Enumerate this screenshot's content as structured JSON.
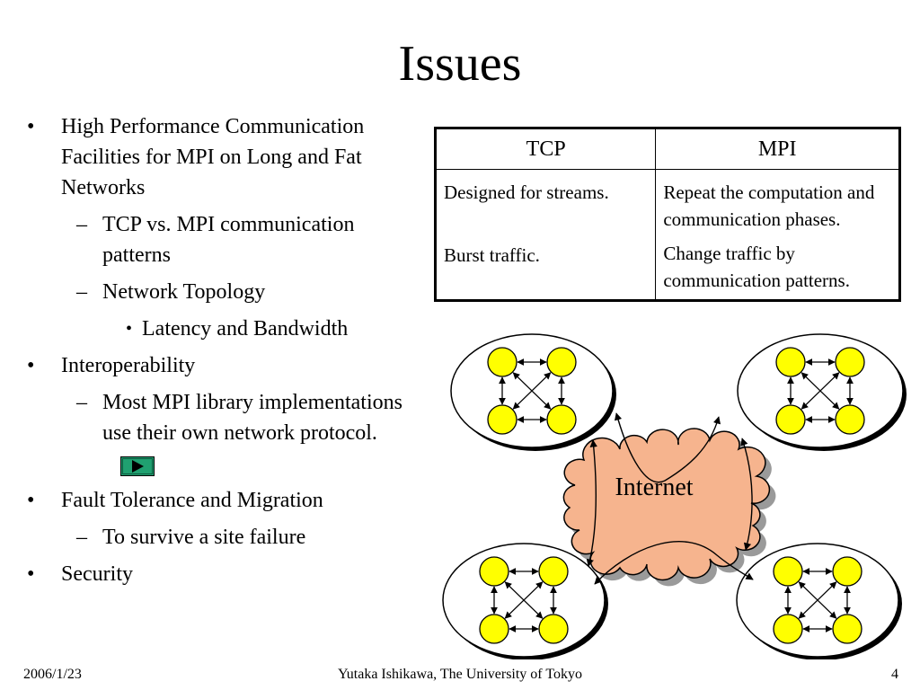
{
  "slide": {
    "title": "Issues",
    "bullets": [
      {
        "level": 1,
        "marker": "•",
        "text": "High Performance Communication Facilities for MPI on Long and Fat Networks"
      },
      {
        "level": 2,
        "marker": "–",
        "text": "TCP vs. MPI communication patterns"
      },
      {
        "level": 2,
        "marker": "–",
        "text": "Network Topology"
      },
      {
        "level": 3,
        "marker": "•",
        "text": "Latency and Bandwidth"
      },
      {
        "level": 1,
        "marker": "•",
        "text": "Interoperability"
      },
      {
        "level": 2,
        "marker": "–",
        "text": "Most MPI library implementations use their own network protocol."
      },
      {
        "level": 1,
        "marker": "•",
        "text": "Fault Tolerance and Migration"
      },
      {
        "level": 2,
        "marker": "–",
        "text": "To survive a site failure"
      },
      {
        "level": 1,
        "marker": "•",
        "text": "Security"
      }
    ],
    "action_button_icon": "play-icon"
  },
  "table": {
    "headers": [
      "TCP",
      "MPI"
    ],
    "tcp_cell": [
      "Designed for streams.",
      "Burst traffic."
    ],
    "mpi_cell": [
      "Repeat the computation and communication phases.",
      "Change traffic by communication patterns."
    ]
  },
  "diagram": {
    "cloud_label": "Internet",
    "colors": {
      "cloud_fill": "#f6b48e",
      "cloud_shadow": "#9a9a9a",
      "node_fill": "#ffff00",
      "site_fill": "#ffffff"
    }
  },
  "footer": {
    "date": "2006/1/23",
    "author": "Yutaka Ishikawa, The University of Tokyo",
    "page": "4"
  },
  "colors": {
    "button_fill": "#20a070",
    "button_border": "#000000"
  }
}
